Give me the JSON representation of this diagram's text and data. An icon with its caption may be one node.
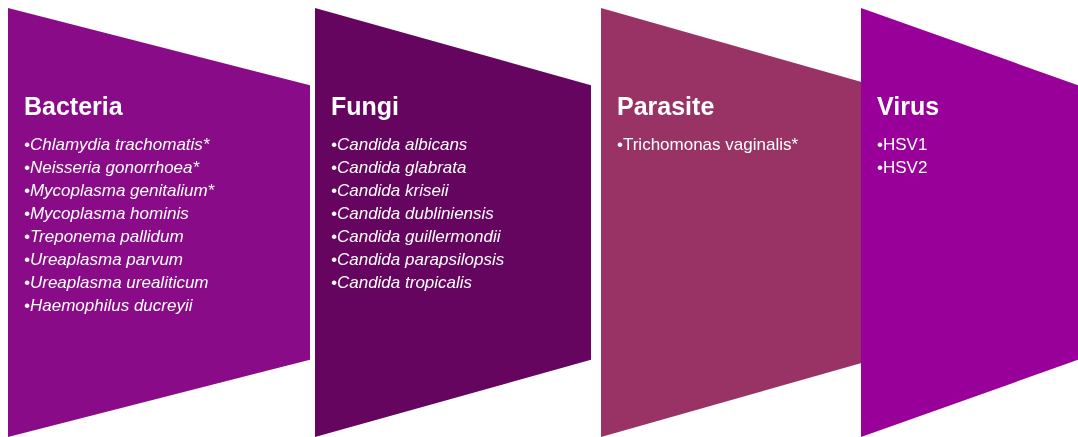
{
  "diagram": {
    "nodes": [
      {
        "text": [
          "Bacteria",
          "•Chlamydia trachomatis*",
          "•Neisseria gonorrhoea*",
          "•Mycoplasma genitalium*",
          "•Mycoplasma hominis",
          "•Treponema pallidum",
          "•Ureaplasma parvum",
          "•Ureaplasma urealiticum",
          "•Haemophilus ducreyii"
        ]
      },
      {
        "text": [
          "Fungi",
          "•Candida albicans",
          "•Candida glabrata",
          "•Candida kriseii",
          "•Candida dubliniensis",
          "•Candida guillermondii",
          "•Candida parapsilopsis",
          "•Candida tropicalis"
        ]
      },
      {
        "text": [
          "Parasite",
          "•Trichomonas vaginalis*"
        ]
      },
      {
        "text": [
          "Virus",
          "•HSV1",
          "•HSV2"
        ]
      }
    ]
  }
}
